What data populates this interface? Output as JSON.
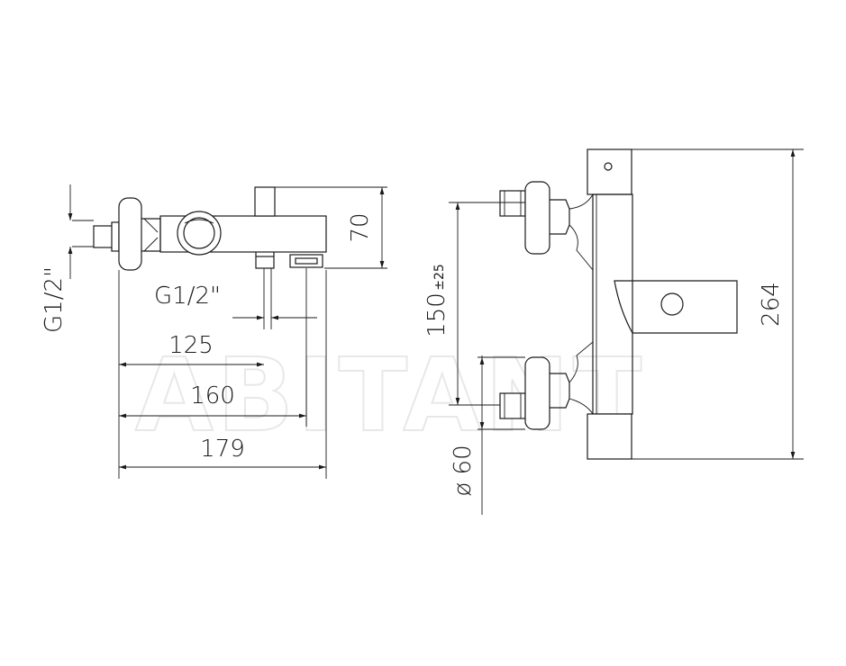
{
  "watermark": "ABITANT",
  "dimensions": {
    "thread_left": "G1/2\"",
    "thread_bottom": "G1/2\"",
    "d125": "125",
    "d160": "160",
    "d179": "179",
    "d70": "70",
    "d150": "150",
    "d150_tol": "±25",
    "d60": "ø 60",
    "d264": "264"
  }
}
